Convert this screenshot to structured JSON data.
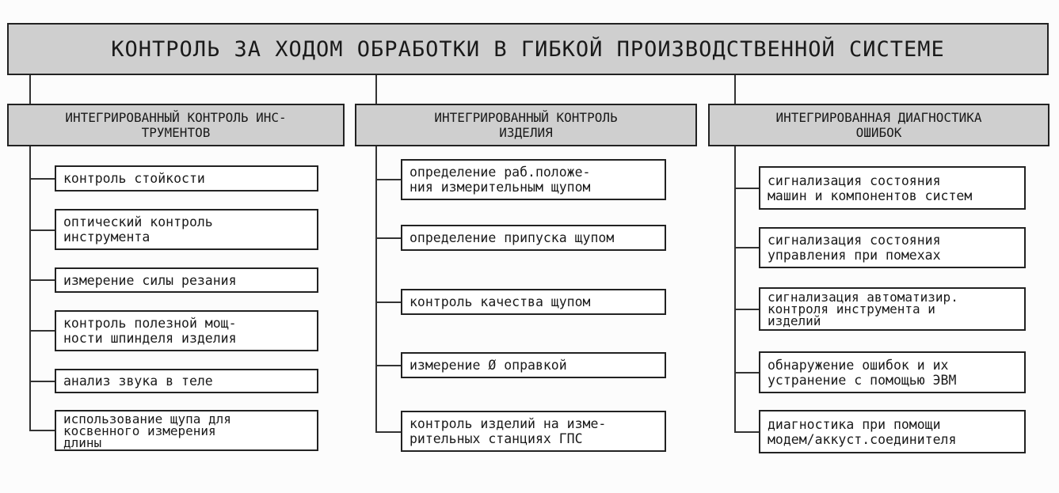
{
  "title": "КОНТРОЛЬ ЗА ХОДОМ ОБРАБОТКИ В ГИБКОЙ ПРОИЗВОДСТВЕННОЙ СИСТЕМЕ",
  "columns": [
    {
      "header": "ИНТЕГРИРОВАННЫЙ КОНТРОЛЬ ИНС-\nТРУМЕНТОВ",
      "items": [
        "контроль стойкости",
        "оптический контроль\n  инструмента",
        "измерение силы резания",
        "контроль полезной мощ-\nности шпинделя изделия",
        "анализ звука в теле",
        "использование щупа для\nкосвенного измерения\nдлины"
      ]
    },
    {
      "header": "ИНТЕГРИРОВАННЫЙ КОНТРОЛЬ\nИЗДЕЛИЯ",
      "items": [
        "определение раб.положе-\nния измерительным щупом",
        "определение припуска щупом",
        "контроль качества щупом",
        "измерение Ø оправкой",
        "контроль изделий на изме-\nрительных станциях ГПС"
      ]
    },
    {
      "header": "ИНТЕГРИРОВАННАЯ ДИАГНОСТИКА\nОШИБОК",
      "items": [
        "сигнализация состояния\nмашин и компонентов систем",
        "сигнализация состояния\nуправления при помехах",
        "сигнализация автоматизир.\nконтроля инструмента и\nизделий",
        "обнаружение ошибок и их\nустранение с помощью ЭВМ",
        "диагностика при помощи\nмодем/аккуст.соединителя"
      ]
    }
  ]
}
